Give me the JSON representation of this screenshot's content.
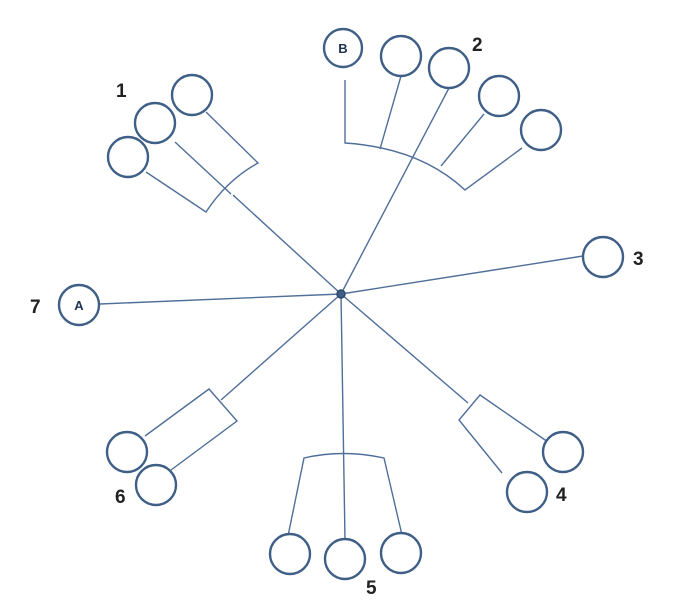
{
  "diagram": {
    "group_labels": {
      "g1": "1",
      "g2": "2",
      "g3": "3",
      "g4": "4",
      "g5": "5",
      "g6": "6",
      "g7": "7"
    },
    "node_labels": {
      "a": "A",
      "b": "B"
    },
    "colors": {
      "line": "#4f6f99",
      "node_stroke": "#3f5f87",
      "text": "#222222"
    }
  }
}
